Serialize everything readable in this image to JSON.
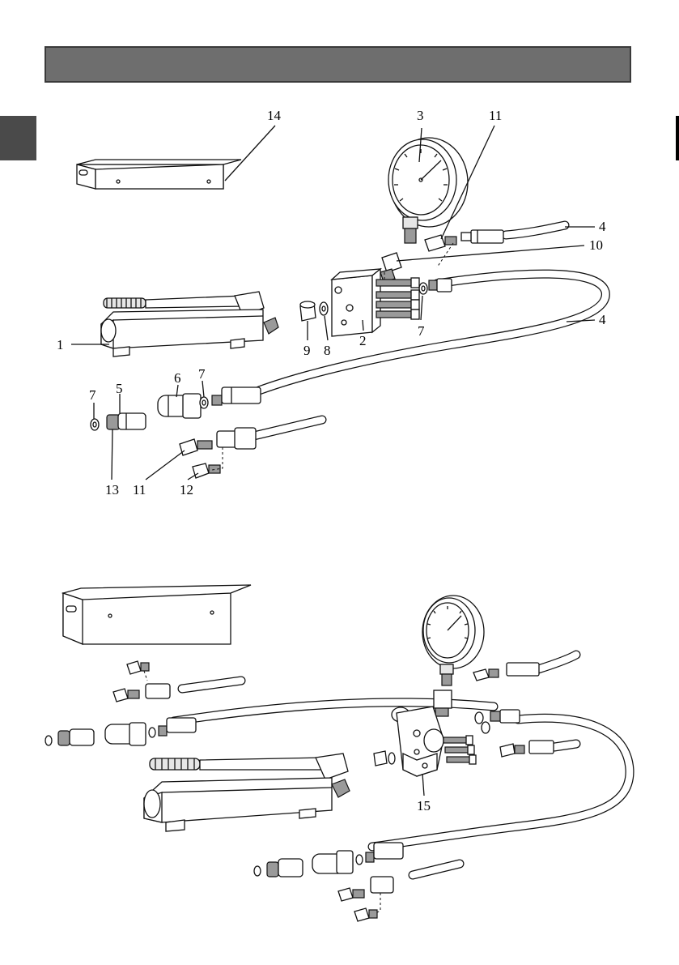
{
  "callouts": {
    "c1": "1",
    "c2": "2",
    "c3": "3",
    "c4a": "4",
    "c4b": "4",
    "c5": "5",
    "c6": "6",
    "c7a": "7",
    "c7b": "7",
    "c7c": "7",
    "c8": "8",
    "c9": "9",
    "c10": "10",
    "c11a": "11",
    "c11b": "11",
    "c12": "12",
    "c13": "13",
    "c14": "14",
    "c15": "15"
  },
  "colors": {
    "header_bar": "#6e6e6e",
    "side_tab": "#4a4a4a"
  }
}
